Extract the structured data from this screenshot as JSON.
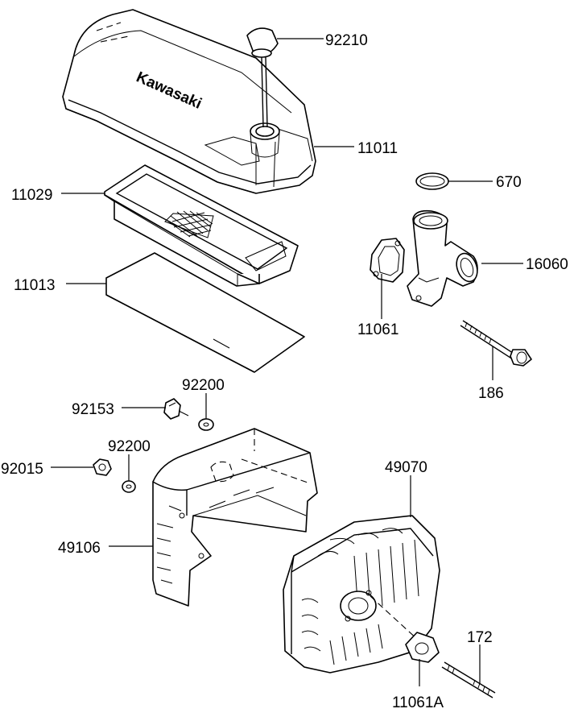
{
  "brand_mark": "Kawasaki",
  "part_labels": {
    "p92210": "92210",
    "p11011": "11011",
    "p11029": "11029",
    "p670": "670",
    "p16060": "16060",
    "p11013": "11013",
    "p11061": "11061",
    "p186": "186",
    "p92153": "92153",
    "p92200_upper": "92200",
    "p92200_lower": "92200",
    "p92015": "92015",
    "p49070": "49070",
    "p49106": "49106",
    "p172": "172",
    "p11061A": "11061A"
  }
}
